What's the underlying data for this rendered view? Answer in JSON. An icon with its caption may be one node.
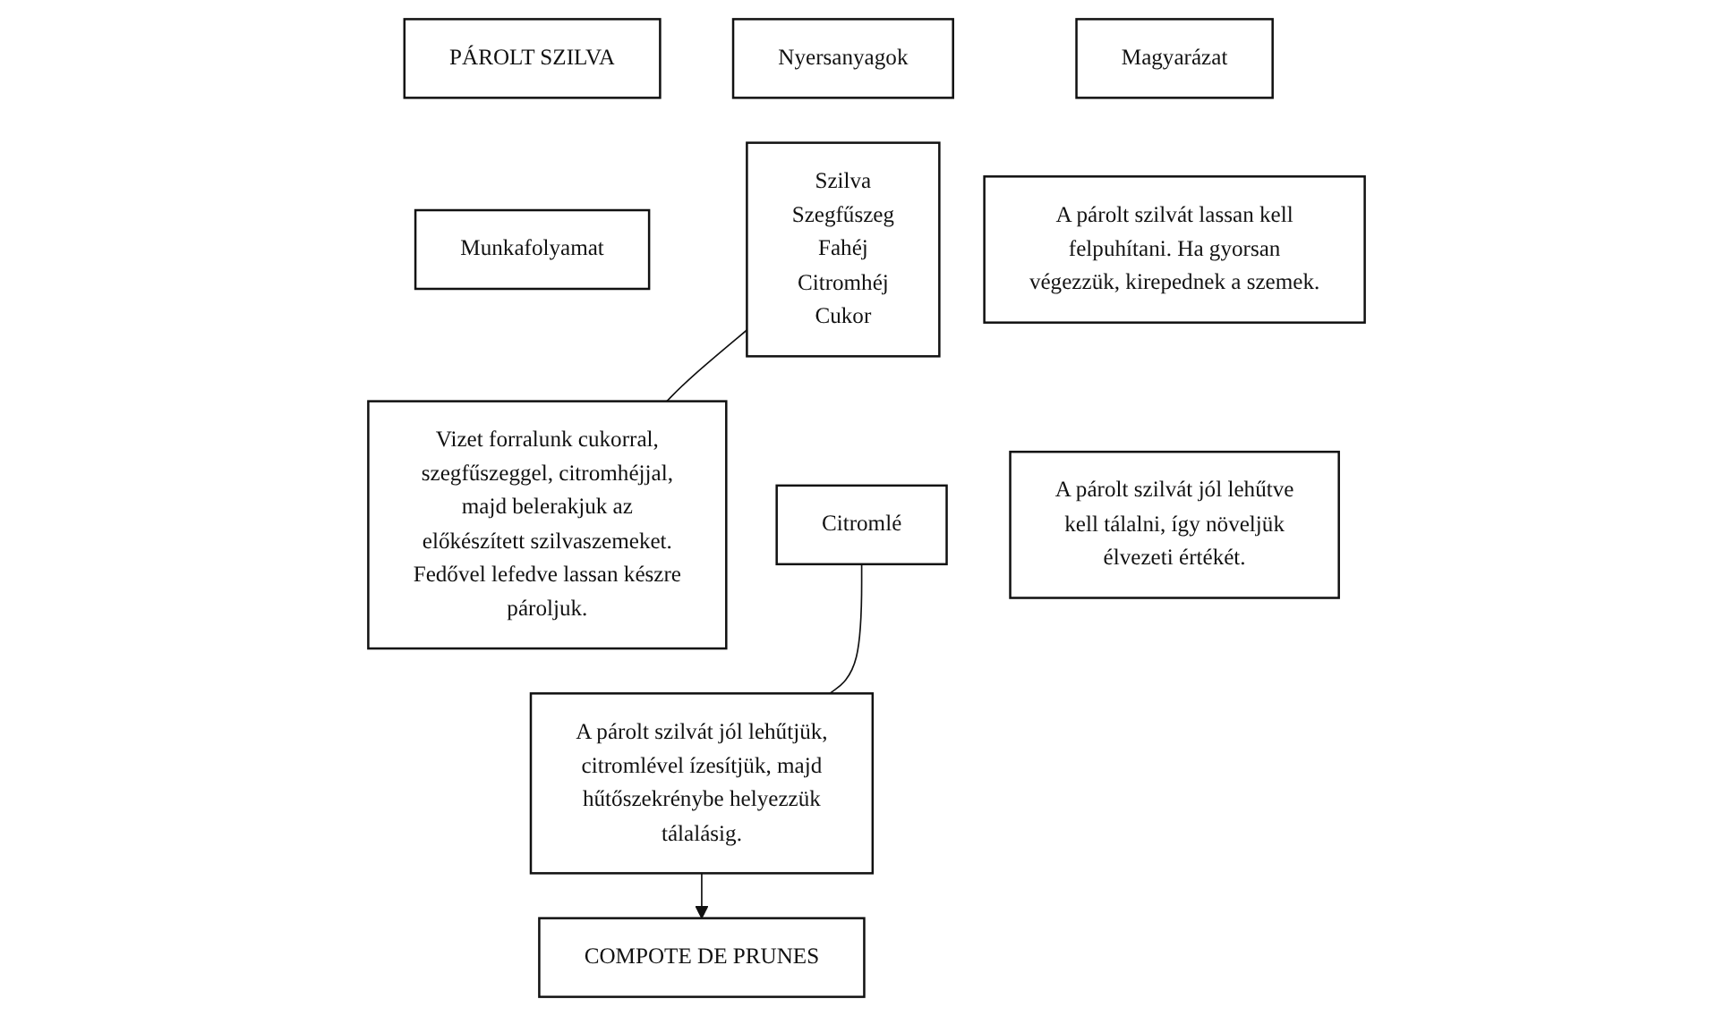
{
  "diagram": {
    "nodes": [
      {
        "text": [
          "PÁROLT SZILVA"
        ]
      },
      {
        "text": [
          "Nyersanyagok"
        ]
      },
      {
        "text": [
          "Munkafolyamat"
        ]
      },
      {
        "text": [
          "Magyarázat"
        ]
      },
      {
        "text": [
          "Szilva",
          "Szegfűszeg",
          "Fahéj",
          "Citromhéj",
          "Cukor"
        ]
      },
      {
        "text": [
          "Vizet forralunk cukorral, szegfűszeggel, citromhéjjal, majd belerakjuk az előkészített szilvaszemeket. Fedővel lefedve lassan készre pároljuk."
        ]
      },
      {
        "text": [
          "A párolt szilvát lassan kell felpuhítani. Ha gyorsan végezzük, kirepednek a szemek."
        ]
      },
      {
        "text": [
          "Citromlé"
        ]
      },
      {
        "text": [
          "A párolt szilvát jól lehűtjük, citromlével ízesítjük, majd hűtőszekrénybe helyezzük tálalásig."
        ]
      },
      {
        "text": [
          "A párolt szilvát jól lehűtve kell tálalni, így növeljük élvezeti értékét."
        ]
      },
      {
        "text": [
          "COMPOTE DE PRUNES"
        ]
      }
    ],
    "edges": [
      {
        "from": 4,
        "to": 5,
        "arrow": "none"
      },
      {
        "from": 7,
        "to": 8,
        "arrow": "none"
      },
      {
        "from": 8,
        "to": 10,
        "arrow": "to"
      }
    ]
  }
}
